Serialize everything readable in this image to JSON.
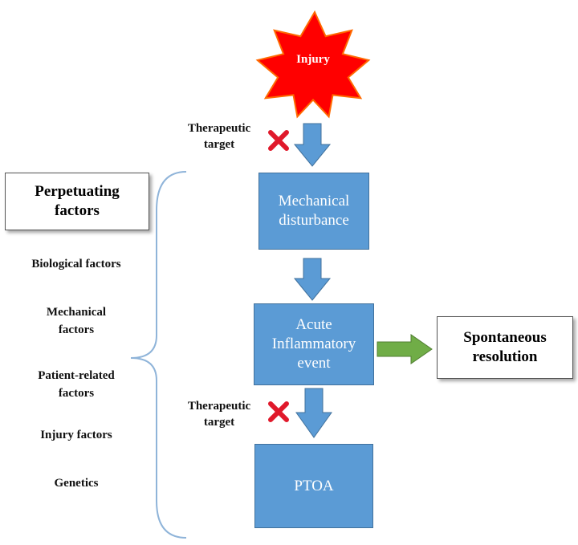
{
  "injury": "Injury",
  "therapeutic_target_top": "Therapeutic\ntarget",
  "therapeutic_target_bottom": "Therapeutic\ntarget",
  "perpetuating_factors_title": "Perpetuating\nfactors",
  "factors": [
    "Biological factors",
    "Mechanical\nfactors",
    "Patient-related\nfactors",
    "Injury factors",
    "Genetics"
  ],
  "flow": {
    "mechanical_disturbance": "Mechanical\ndisturbance",
    "acute_event": "Acute\nInflammatory\nevent",
    "ptoa": "PTOA"
  },
  "spontaneous_resolution": "Spontaneous\nresolution",
  "colors": {
    "box_blue": "#5b9bd5",
    "arrow_blue": "#5b9bd5",
    "arrow_green": "#70ad47",
    "star_red": "#ff0000",
    "cross_red": "#e0192b",
    "brace": "#8fb4d9"
  }
}
